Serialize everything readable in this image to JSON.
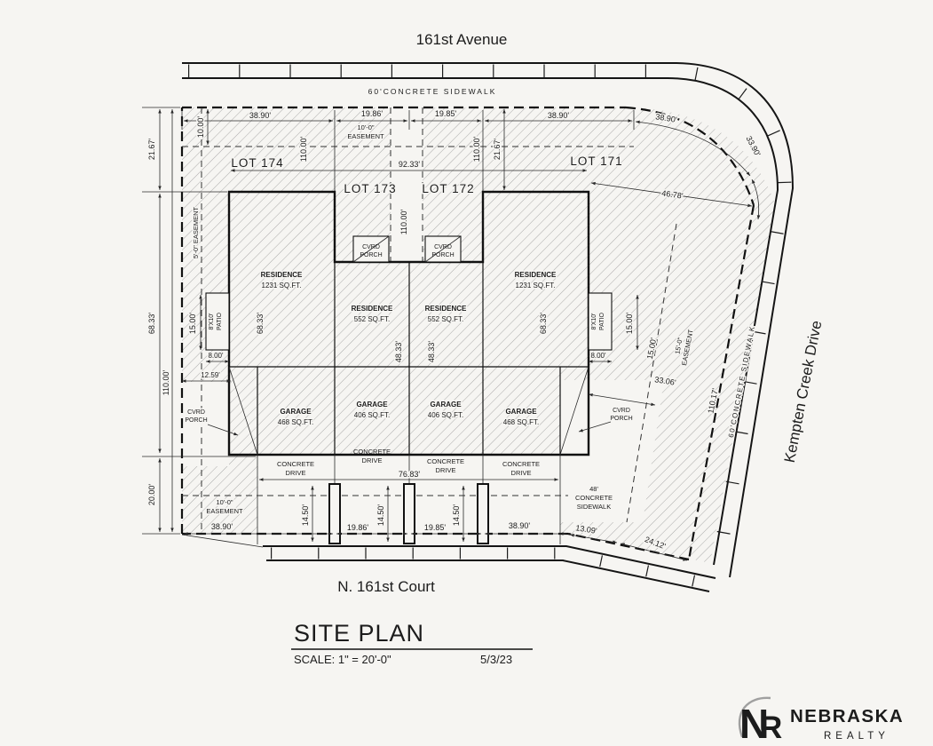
{
  "colors": {
    "ink": "#1c1c1c",
    "red": "#b5121b",
    "bg": "#f6f5f2",
    "hatch": "#8a8a8a"
  },
  "streets": {
    "top": "161st Avenue",
    "bottom": "N. 161st Court",
    "right": "Kempten Creek Drive"
  },
  "sidewalks": {
    "top": "60'CONCRETE  SIDEWALK",
    "right": "60'CONCRETE  SIDEWALK",
    "s48_l1": "48'",
    "s48_l2": "CONCRETE",
    "s48_l3": "SIDEWALK"
  },
  "lots": {
    "lot174": "LOT 174",
    "lot173": "LOT 173",
    "lot172": "LOT 172",
    "lot171": "LOT 171"
  },
  "building": {
    "residence": "RESIDENCE",
    "garage": "GARAGE",
    "sqft_1231": "1231 SQ.FT.",
    "sqft_552": "552  SQ.FT.",
    "sqft_468": "468  SQ.FT.",
    "sqft_406": "406  SQ.FT.",
    "cvrd": "CVRD",
    "porch": "PORCH",
    "patio_l1": "8'X10'",
    "patio_l2": "PATIO",
    "concrete": "CONCRETE",
    "drive": "DRIVE"
  },
  "easements": {
    "e5": "5'-0\" EASEMENT",
    "e10_l1": "10'-0\"",
    "e10_l2": "EASEMENT",
    "e15_l1": "15'-0\"",
    "e15_l2": "EASEMENT"
  },
  "dims": {
    "d1000": "10.00'",
    "d3890": "38.90'",
    "d1986": "19.86'",
    "d1985": "19.85'",
    "d2167": "21.67'",
    "d9233": "92.33'",
    "d4678": "46.78'",
    "d11000": "110.00'",
    "d6833": "68.33'",
    "d1500": "15.00'",
    "d800": "8.00'",
    "d1259": "12.59'",
    "d4833": "48.33'",
    "d3306": "33.06'",
    "d11017": "110.17'",
    "d2000": "20.00'",
    "d1450": "14.50'",
    "d7683": "76.83'",
    "d1309": "13.09'",
    "d2412": "24.12'",
    "d3390": "33.90'"
  },
  "titleblock": {
    "title": "SITE PLAN",
    "scale": "SCALE: 1\" = 20'-0\"",
    "date": "5/3/23"
  },
  "logo": {
    "n": "N",
    "r": "R",
    "name": "NEBRASKA",
    "sub": "REALTY"
  }
}
